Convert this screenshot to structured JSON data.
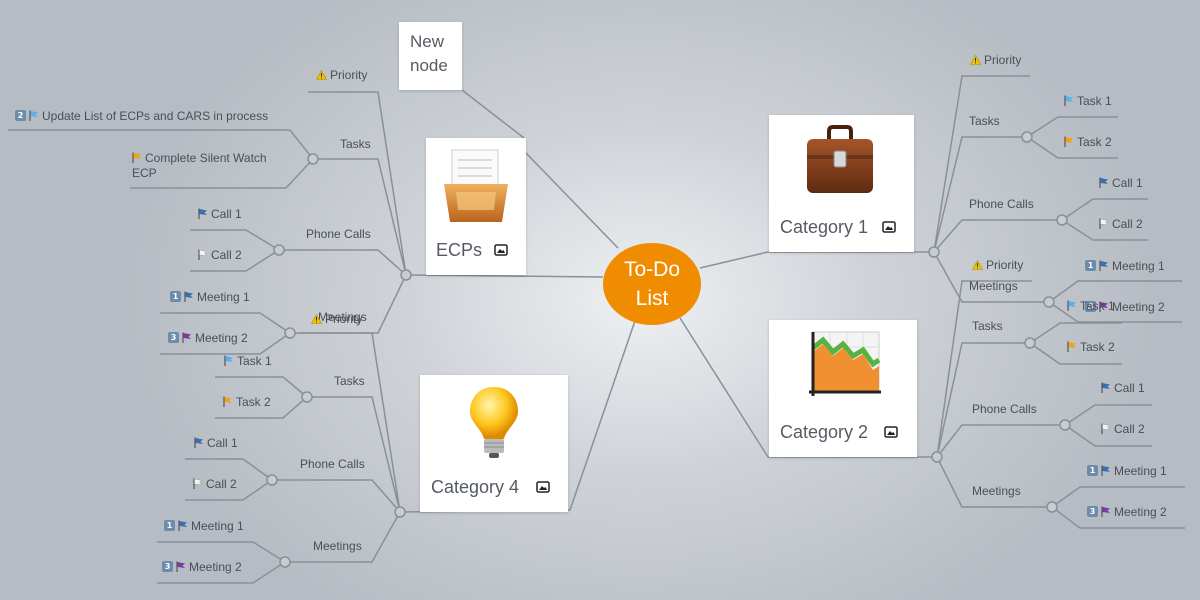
{
  "central": {
    "title_line1": "To-Do",
    "title_line2": "List"
  },
  "new_node": {
    "line1": "New",
    "line2": "node"
  },
  "ecps": {
    "title": "ECPs",
    "priority": "Priority",
    "tasks": "Tasks",
    "task1": "Update List of ECPs and CARS in process",
    "task1_num": "2",
    "task2_line1": "Complete Silent Watch",
    "task2_line2": "ECP",
    "phone_calls": "Phone Calls",
    "call1": "Call 1",
    "call2": "Call 2",
    "meetings": "Meetings",
    "meeting1": "Meeting 1",
    "meeting1_num": "1",
    "meeting2": "Meeting 2",
    "meeting2_num": "3"
  },
  "category1": {
    "title": "Category 1",
    "priority": "Priority",
    "tasks": "Tasks",
    "task1": "Task 1",
    "task2": "Task 2",
    "phone_calls": "Phone Calls",
    "call1": "Call 1",
    "call2": "Call 2",
    "meetings": "Meetings",
    "meeting1": "Meeting 1",
    "meeting1_num": "1",
    "meeting2": "Meeting 2",
    "meeting2_num": "3"
  },
  "category2": {
    "title": "Category 2",
    "priority": "Priority",
    "tasks": "Tasks",
    "task1": "Task 1",
    "task2": "Task 2",
    "phone_calls": "Phone Calls",
    "call1": "Call 1",
    "call2": "Call 2",
    "meetings": "Meetings",
    "meeting1": "Meeting 1",
    "meeting1_num": "1",
    "meeting2": "Meeting 2",
    "meeting2_num": "3"
  },
  "category4": {
    "title": "Category 4",
    "priority": "Priority",
    "tasks": "Tasks",
    "task1": "Task 1",
    "task2": "Task 2",
    "phone_calls": "Phone Calls",
    "call1": "Call 1",
    "call2": "Call 2",
    "meetings": "Meetings",
    "meeting1": "Meeting 1",
    "meeting1_num": "1",
    "meeting2": "Meeting 2",
    "meeting2_num": "3"
  },
  "colors": {
    "central": "#f08c00",
    "connector": "#8a9097",
    "flag_blue": "#3a6fb0",
    "flag_lightblue": "#5ab0e8",
    "flag_orange": "#f0a020",
    "flag_white": "#f4f4f4",
    "flag_purple": "#7a3aa0",
    "warning": "#f2c200"
  },
  "icons": {
    "ecps": "inbox-tray-icon",
    "category1": "briefcase-icon",
    "category2": "chart-icon",
    "category4": "lightbulb-icon",
    "image_attachment": "image-icon"
  }
}
